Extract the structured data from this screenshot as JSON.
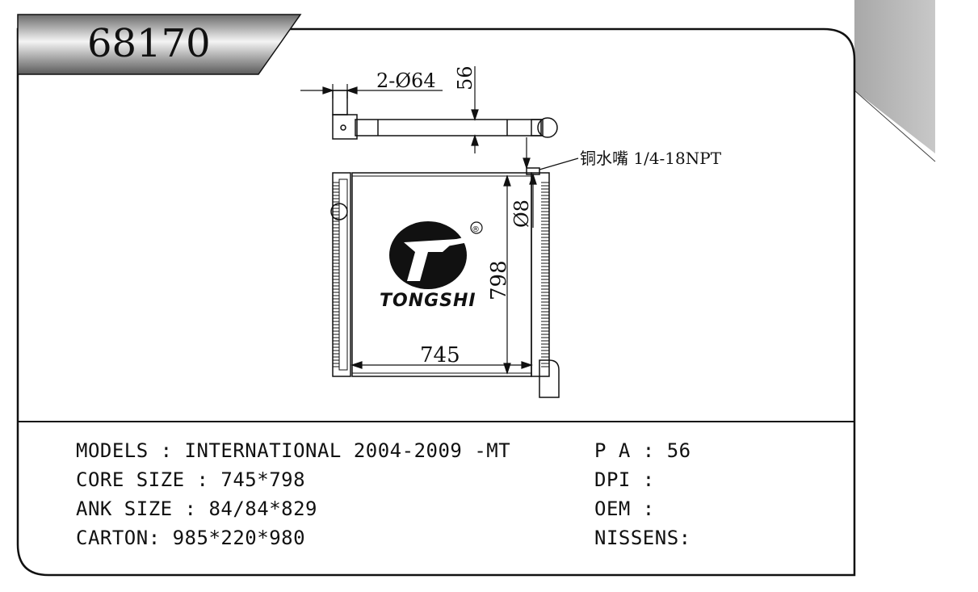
{
  "header": {
    "model_number": "68170"
  },
  "drawing": {
    "dim_inlet": "2-Ø64",
    "dim_height_top": "56",
    "dim_pipe": "Ø8",
    "dim_core_height": "798",
    "dim_core_width": "745",
    "fitting_note": "铜水嘴 1/4-18NPT",
    "brand": "TONGSHI",
    "registered_mark": "®"
  },
  "specs": {
    "models": "MODELS : INTERNATIONAL 2004-2009 -MT",
    "core_size": "CORE SIZE : 745*798",
    "tank_size": "ANK SIZE : 84/84*829",
    "carton": "CARTON: 985*220*980",
    "pa": "P A : 56",
    "dpi": "DPI :",
    "oem": "OEM :",
    "nissens": "NISSENS:"
  },
  "colors": {
    "ink": "#111111",
    "tab_light": "#f2f2f2",
    "tab_dark": "#6a6a6a",
    "side_gray": "#b5b5b5"
  },
  "icons": {
    "logo": "tongshi-logo-icon"
  }
}
